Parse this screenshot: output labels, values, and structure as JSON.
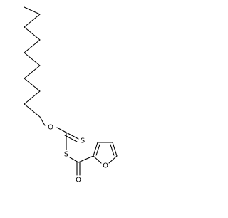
{
  "structure": {
    "atoms": {
      "ester_oxygen": "O",
      "thione_sulfur": "S",
      "thioester_sulfur": "S",
      "carbonyl_oxygen": "O",
      "furan_oxygen": "O"
    },
    "groups": {
      "alkyl_chain": "decyl",
      "core": "dithiocarbonate",
      "acyl": "furan-2-carbonyl"
    },
    "colors": {
      "bonds": "#000000",
      "labels": "#000000",
      "background": "#ffffff"
    }
  }
}
